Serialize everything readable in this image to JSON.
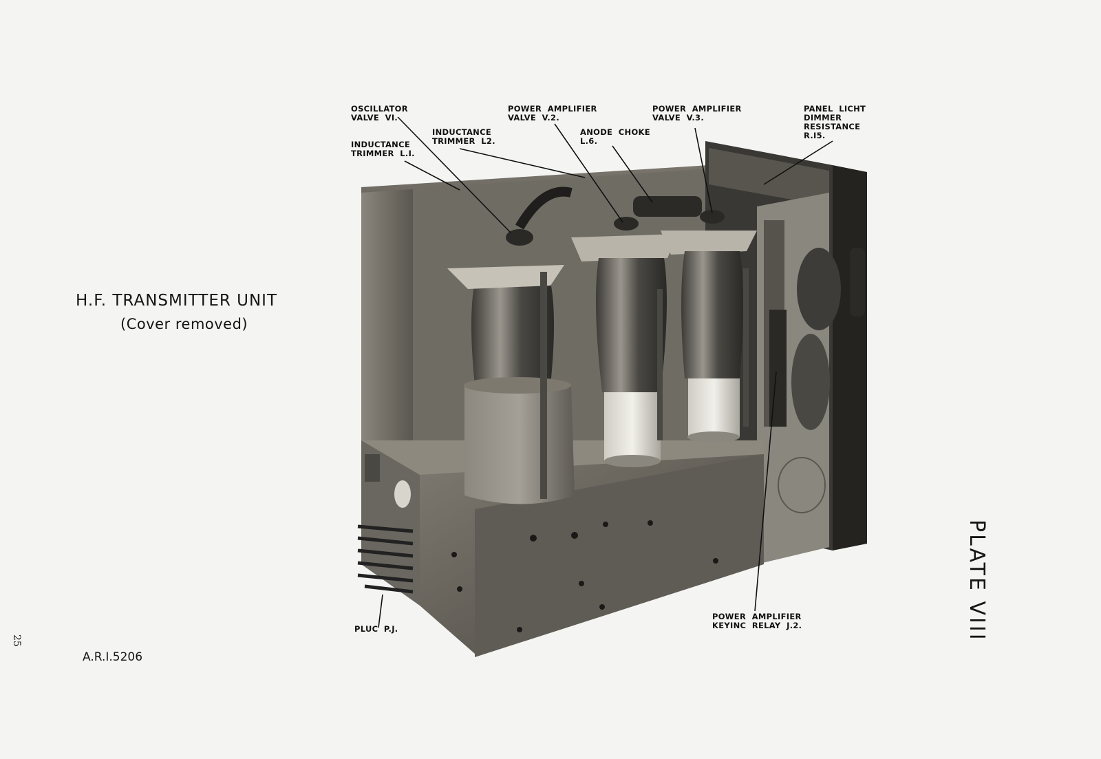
{
  "plate": {
    "title_line1": "H.F.  TRANSMITTER  UNIT",
    "title_line2": "(Cover removed)",
    "reference": "A.R.I.5206",
    "page_number": "25",
    "plate_label": "PLATE VIII"
  },
  "callouts": {
    "oscillator_valve": "OSCILLATOR\nVALVE  VI.",
    "inductance_trimmer_l1": "INDUCTANCE\nTRIMMER  L.I.",
    "inductance_trimmer_l2": "INDUCTANCE\nTRIMMER  L2.",
    "power_amplifier_v2": "POWER  AMPLIFIER\nVALVE  V.2.",
    "anode_choke": "ANODE  CHOKE\nL.6.",
    "power_amplifier_v3": "POWER  AMPLIFIER\nVALVE  V.3.",
    "panel_light_dimmer": "PANEL  LICHT\nDIMMER\nRESISTANCE\nR.I5.",
    "plug_pj": "PLUC  P.J.",
    "keying_relay": "POWER  AMPLIFIER\nKEYINC  RELAY  J.2."
  },
  "photo": {
    "subject": "transmitter-unit-chassis",
    "colors": {
      "dark": "#2a2926",
      "mid": "#6b6862",
      "light": "#bdbab2",
      "paper": "#f4f4f2"
    }
  }
}
